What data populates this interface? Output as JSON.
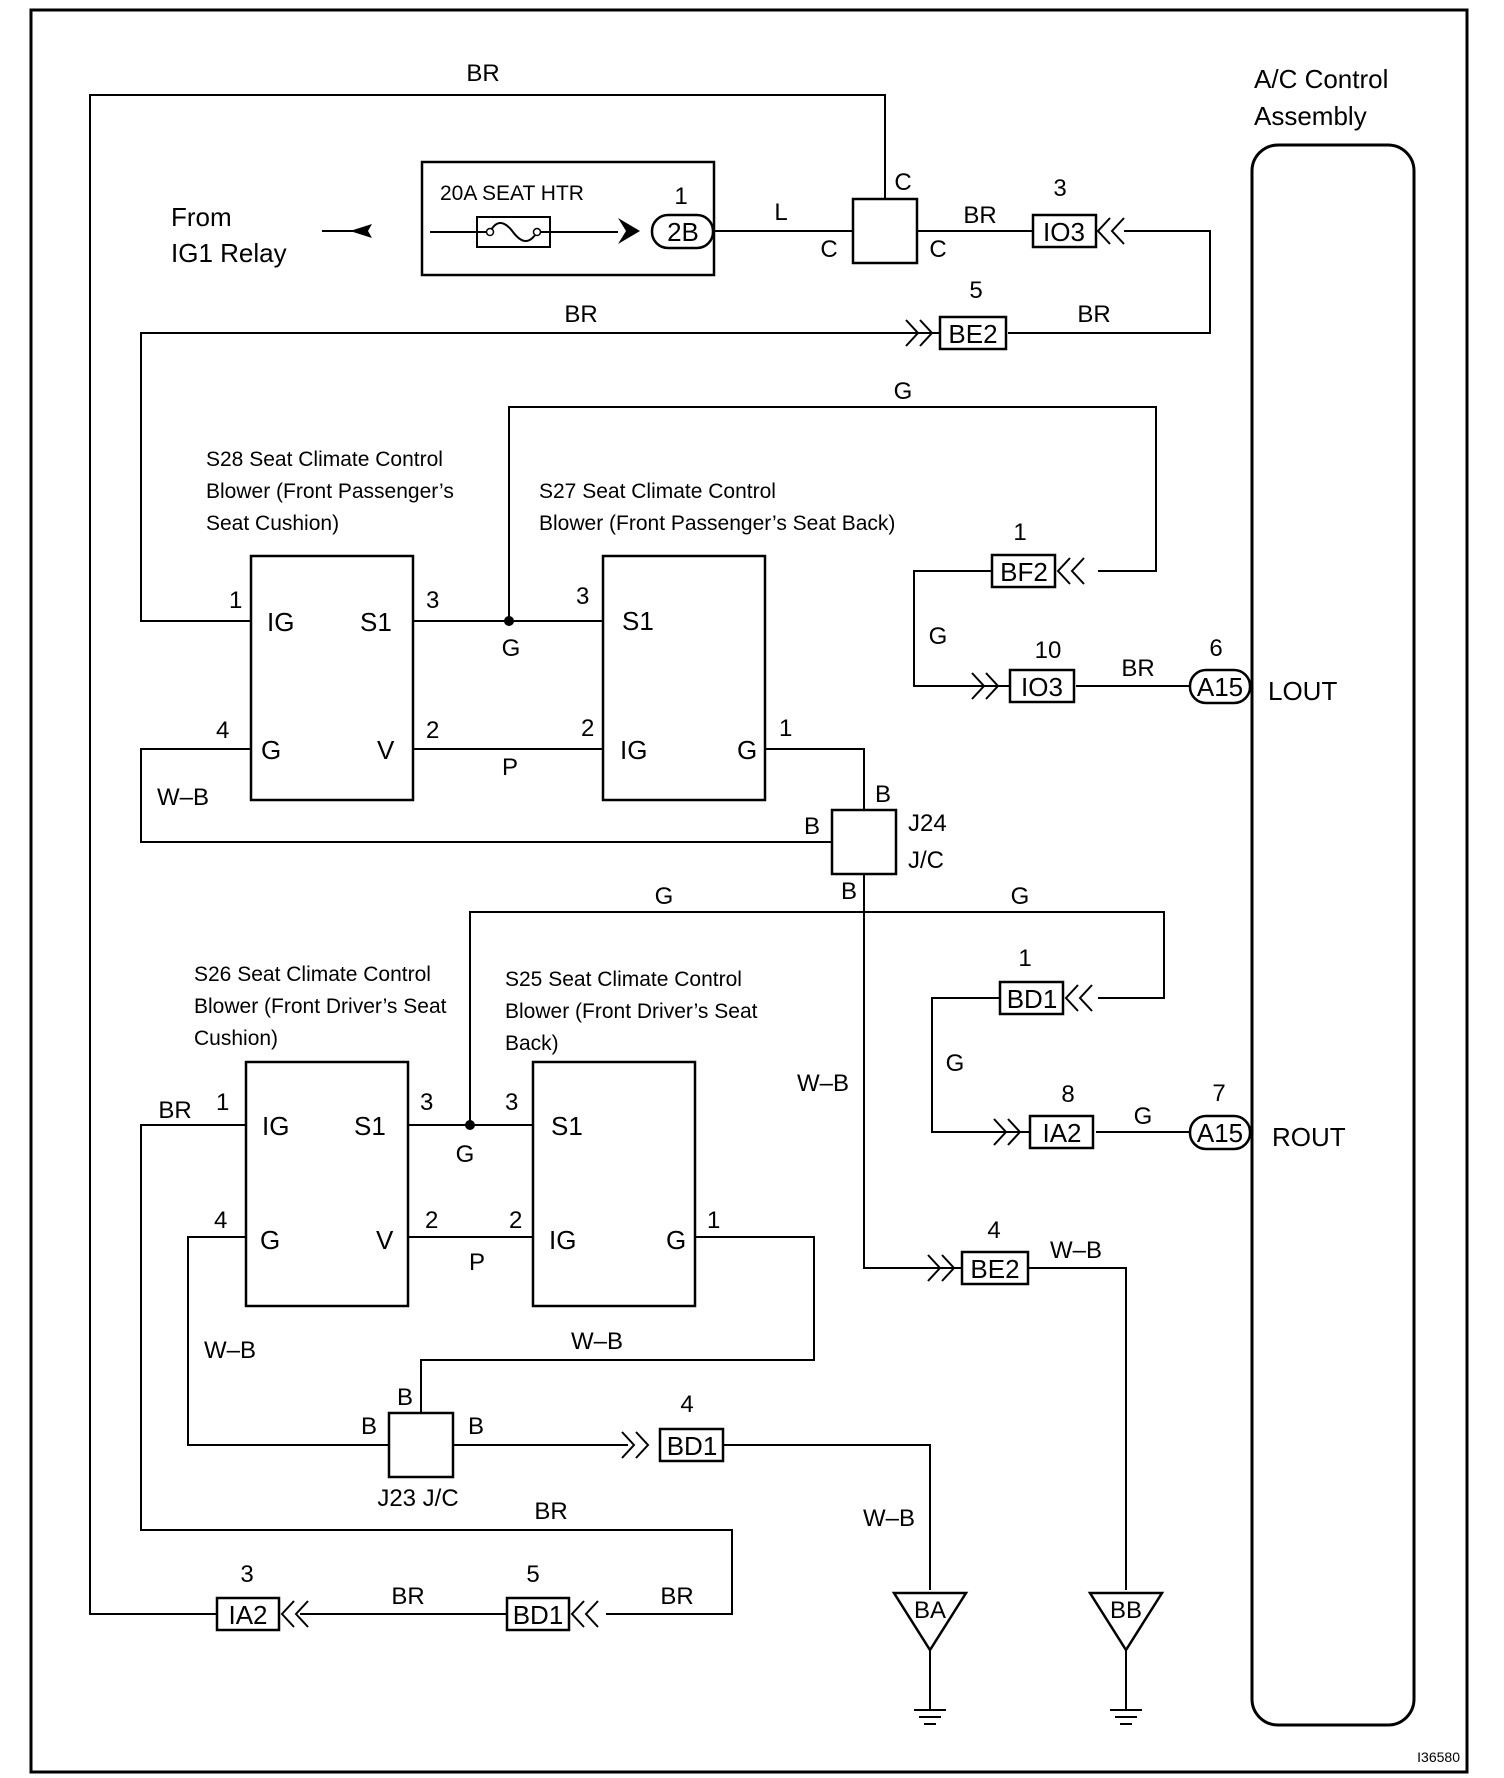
{
  "assembly": {
    "line1": "A/C Control",
    "line2": "Assembly"
  },
  "source": {
    "line1": "From",
    "line2": "IG1 Relay"
  },
  "fuse": {
    "label": "20A SEAT HTR"
  },
  "connectors": {
    "c2b": {
      "code": "2B",
      "pin": "1"
    },
    "io3_top": {
      "code": "IO3",
      "pin": "3"
    },
    "be2_top": {
      "code": "BE2",
      "pin": "5"
    },
    "bf2": {
      "code": "BF2",
      "pin": "1"
    },
    "io3_lower": {
      "code": "IO3",
      "pin": "10"
    },
    "a15_lout": {
      "code": "A15",
      "pin": "6"
    },
    "bd1_upper": {
      "code": "BD1",
      "pin": "1"
    },
    "ia2_mid": {
      "code": "IA2",
      "pin": "8"
    },
    "a15_rout": {
      "code": "A15",
      "pin": "7"
    },
    "be2_lower": {
      "code": "BE2",
      "pin": "4"
    },
    "bd1_mid": {
      "code": "BD1",
      "pin": "4"
    },
    "ia2_bottom": {
      "code": "IA2",
      "pin": "3"
    },
    "bd1_bottom": {
      "code": "BD1",
      "pin": "5"
    }
  },
  "junctions": {
    "jc_top": {
      "top": "C",
      "left": "C",
      "right": "C"
    },
    "j24": {
      "name": "J24",
      "sub": "J/C",
      "top": "B",
      "left": "B",
      "bottom": "B"
    },
    "j23": {
      "name": "J23 J/C",
      "top": "B",
      "left": "B",
      "right": "B"
    }
  },
  "blowers": {
    "s28": {
      "line1": "S28 Seat Climate Control",
      "line2": "Blower (Front Passenger’s",
      "line3": "Seat Cushion)",
      "ig": "IG",
      "s1": "S1",
      "g": "G",
      "v": "V",
      "p1": "1",
      "p3": "3",
      "p4": "4",
      "p2": "2"
    },
    "s27": {
      "line1": "S27 Seat Climate Control",
      "line2": "Blower (Front Passenger’s Seat Back)",
      "s1": "S1",
      "ig": "IG",
      "g": "G",
      "p3": "3",
      "p2": "2",
      "p1": "1"
    },
    "s26": {
      "line1": "S26 Seat Climate Control",
      "line2": "Blower (Front Driver’s Seat",
      "line3": "Cushion)",
      "ig": "IG",
      "s1": "S1",
      "g": "G",
      "v": "V",
      "p1": "1",
      "p3": "3",
      "p4": "4",
      "p2": "2"
    },
    "s25": {
      "line1": "S25 Seat Climate Control",
      "line2": "Blower (Front Driver’s Seat",
      "line3": "Back)",
      "s1": "S1",
      "ig": "IG",
      "g": "G",
      "p3": "3",
      "p2": "2",
      "p1": "1"
    }
  },
  "terminals": {
    "lout": "LOUT",
    "rout": "ROUT"
  },
  "grounds": {
    "ba": "BA",
    "bb": "BB"
  },
  "wires": {
    "br_top": "BR",
    "l": "L",
    "br_io3": "BR",
    "br_be2_left": "BR",
    "br_be2_right": "BR",
    "g_top": "G",
    "g_s28_s27": "G",
    "g_bf2": "G",
    "br_io3_a15": "BR",
    "p_upper": "P",
    "wb_upper": "W–B",
    "g_mid_left": "G",
    "g_mid_right": "G",
    "g_bd1": "G",
    "g_ia2_a15": "G",
    "wb_vert": "W–B",
    "wb_be2": "W–B",
    "br_s26": "BR",
    "g_s26_s25": "G",
    "p_lower": "P",
    "wb_lower_left": "W–B",
    "wb_lower_mid": "W–B",
    "wb_bd1_ba": "W–B",
    "br_bottom_mid": "BR",
    "br_bottom_a": "BR",
    "br_bottom_b": "BR"
  },
  "figure_id": "I36580"
}
